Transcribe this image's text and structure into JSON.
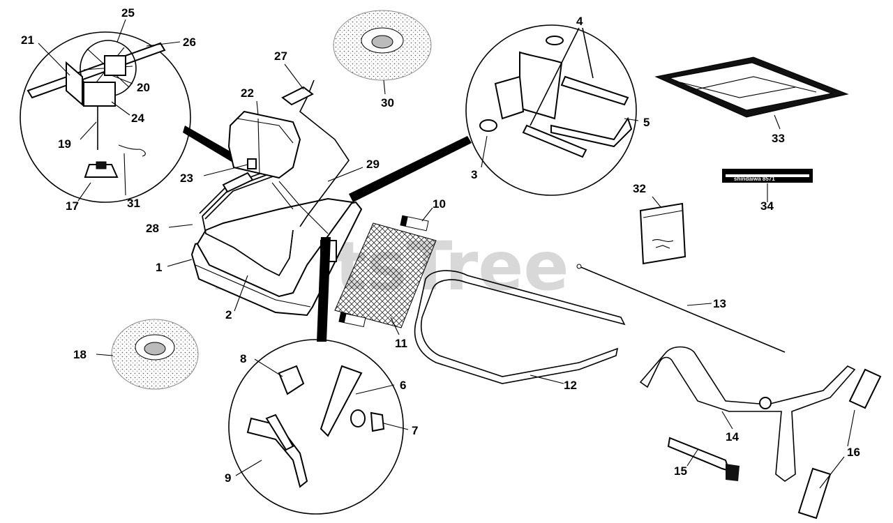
{
  "watermark": "PartsTree",
  "decal_text": "shindaiwa  8571",
  "callouts": [
    {
      "id": "1",
      "label": "1"
    },
    {
      "id": "2",
      "label": "2"
    },
    {
      "id": "3",
      "label": "3"
    },
    {
      "id": "4",
      "label": "4"
    },
    {
      "id": "5",
      "label": "5"
    },
    {
      "id": "6",
      "label": "6"
    },
    {
      "id": "7",
      "label": "7"
    },
    {
      "id": "8",
      "label": "8"
    },
    {
      "id": "9",
      "label": "9"
    },
    {
      "id": "10",
      "label": "10"
    },
    {
      "id": "11",
      "label": "11"
    },
    {
      "id": "12",
      "label": "12"
    },
    {
      "id": "13",
      "label": "13"
    },
    {
      "id": "14",
      "label": "14"
    },
    {
      "id": "15",
      "label": "15"
    },
    {
      "id": "16",
      "label": "16"
    },
    {
      "id": "17",
      "label": "17"
    },
    {
      "id": "18",
      "label": "18"
    },
    {
      "id": "19",
      "label": "19"
    },
    {
      "id": "20",
      "label": "20"
    },
    {
      "id": "21",
      "label": "21"
    },
    {
      "id": "22",
      "label": "22"
    },
    {
      "id": "23",
      "label": "23"
    },
    {
      "id": "24",
      "label": "24"
    },
    {
      "id": "25",
      "label": "25"
    },
    {
      "id": "26",
      "label": "26"
    },
    {
      "id": "27",
      "label": "27"
    },
    {
      "id": "28",
      "label": "28"
    },
    {
      "id": "29",
      "label": "29"
    },
    {
      "id": "30",
      "label": "30"
    },
    {
      "id": "31",
      "label": "31"
    },
    {
      "id": "32",
      "label": "32"
    },
    {
      "id": "33",
      "label": "33"
    },
    {
      "id": "34",
      "label": "34"
    }
  ]
}
